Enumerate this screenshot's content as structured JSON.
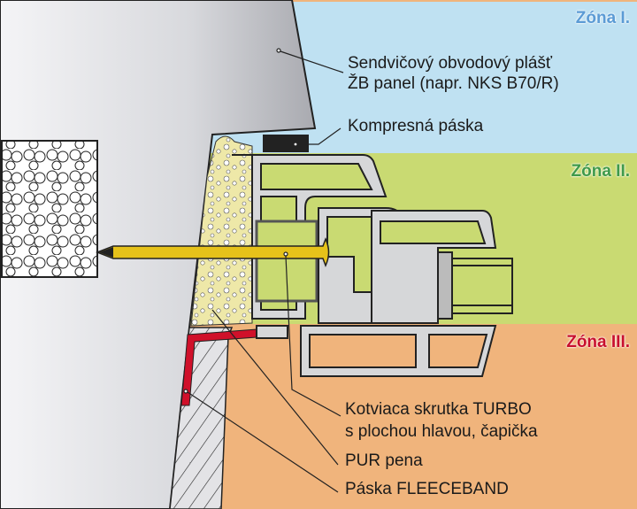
{
  "zones": [
    {
      "label": "Zóna I.",
      "color": "#5b9bd5",
      "bg": "#bfe1f2"
    },
    {
      "label": "Zóna II.",
      "color": "#3f9a4a",
      "bg": "#c9da72"
    },
    {
      "label": "Zóna III.",
      "color": "#c8102e",
      "bg": "#f0b47c"
    }
  ],
  "labels": {
    "panel_line1": "Sendvičový obvodový plášť",
    "panel_line2": "ŽB panel (napr. NKS B70/R)",
    "compress_tape": "Kompresná páska",
    "screw_line1": "Kotviaca skrutka TURBO",
    "screw_line2": "s plochou hlavou, čapička",
    "pur_foam": "PUR pena",
    "fleeceband": "Páska FLEECEBAND"
  }
}
